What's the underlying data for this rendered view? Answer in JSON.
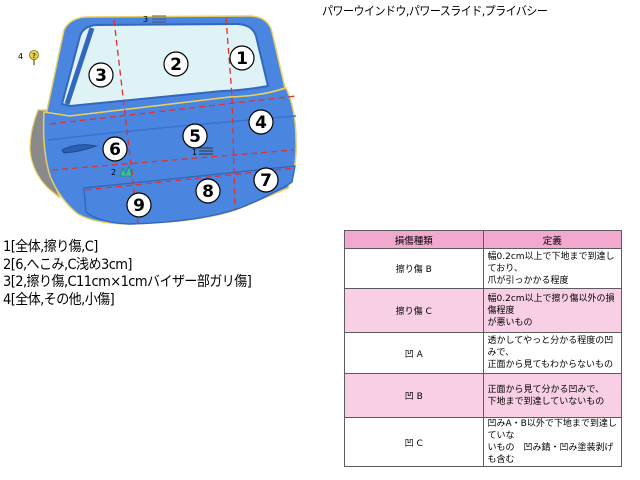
{
  "header": {
    "features": "パワーウインドウ,パワースライド,プライバシー"
  },
  "diagram": {
    "zones": [
      "1",
      "2",
      "3",
      "4",
      "5",
      "6",
      "7",
      "8",
      "9"
    ],
    "markers": {
      "marker_3": "3",
      "marker_4": "4",
      "marker_1": "1",
      "marker_2": "2"
    },
    "colors": {
      "door_blue": "#4a86e0",
      "door_shadow": "#3167be",
      "glass": "#dff2f6",
      "frame_gray": "#8a8a8a",
      "outline_yellow": "#e6cf63",
      "dash_red": "#e03030"
    }
  },
  "notes": [
    "1[全体,擦り傷,C]",
    "2[6,へこみ,C浅め3cm]",
    "3[2,擦り傷,C11cm×1cmバイザー部ガリ傷]",
    "4[全体,その他,小傷]"
  ],
  "legend_table": {
    "header_term": "損傷種類",
    "header_definition": "定義",
    "rows": [
      {
        "term": "擦り傷 B",
        "definition": "幅0.2cm以上で下地まで到達しており、\n爪が引っかかる程度"
      },
      {
        "term": "擦り傷 C",
        "definition": "幅0.2cm以上で擦り傷以外の損傷程度\nが悪いもの"
      },
      {
        "term": "凹 A",
        "definition": "透かしてやっと分かる程度の凹みで、\n正面から見てもわからないもの"
      },
      {
        "term": "凹 B",
        "definition": "正面から見て分かる凹みで、\n下地まで到達していないもの"
      },
      {
        "term": "凹 C",
        "definition": "凹みA・B以外で下地まで到達していな\nいもの　凹み錆・凹み塗装剥げも含む"
      }
    ]
  }
}
